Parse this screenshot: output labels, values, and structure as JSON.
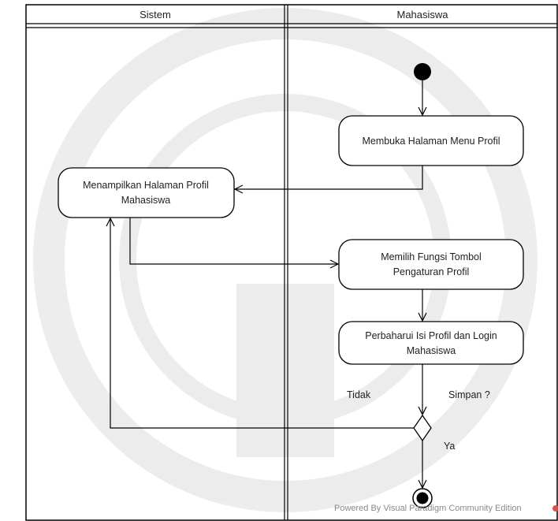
{
  "lanes": [
    {
      "name": "Sistem"
    },
    {
      "name": "Mahasiswa"
    }
  ],
  "nodes": {
    "open_menu": "Membuka Halaman Menu Profil",
    "show_profile": [
      "Menampilkan Halaman Profil",
      "Mahasiswa"
    ],
    "choose_function": [
      "Memilih Fungsi Tombol",
      "Pengaturan Profil"
    ],
    "update_profile": [
      "Perbaharui Isi Profil dan Login",
      "Mahasiswa"
    ]
  },
  "decision": {
    "question": "Simpan ?",
    "no_label": "Tidak",
    "yes_label": "Ya"
  },
  "watermark": "Powered By  Visual Paradigm Community Edition"
}
